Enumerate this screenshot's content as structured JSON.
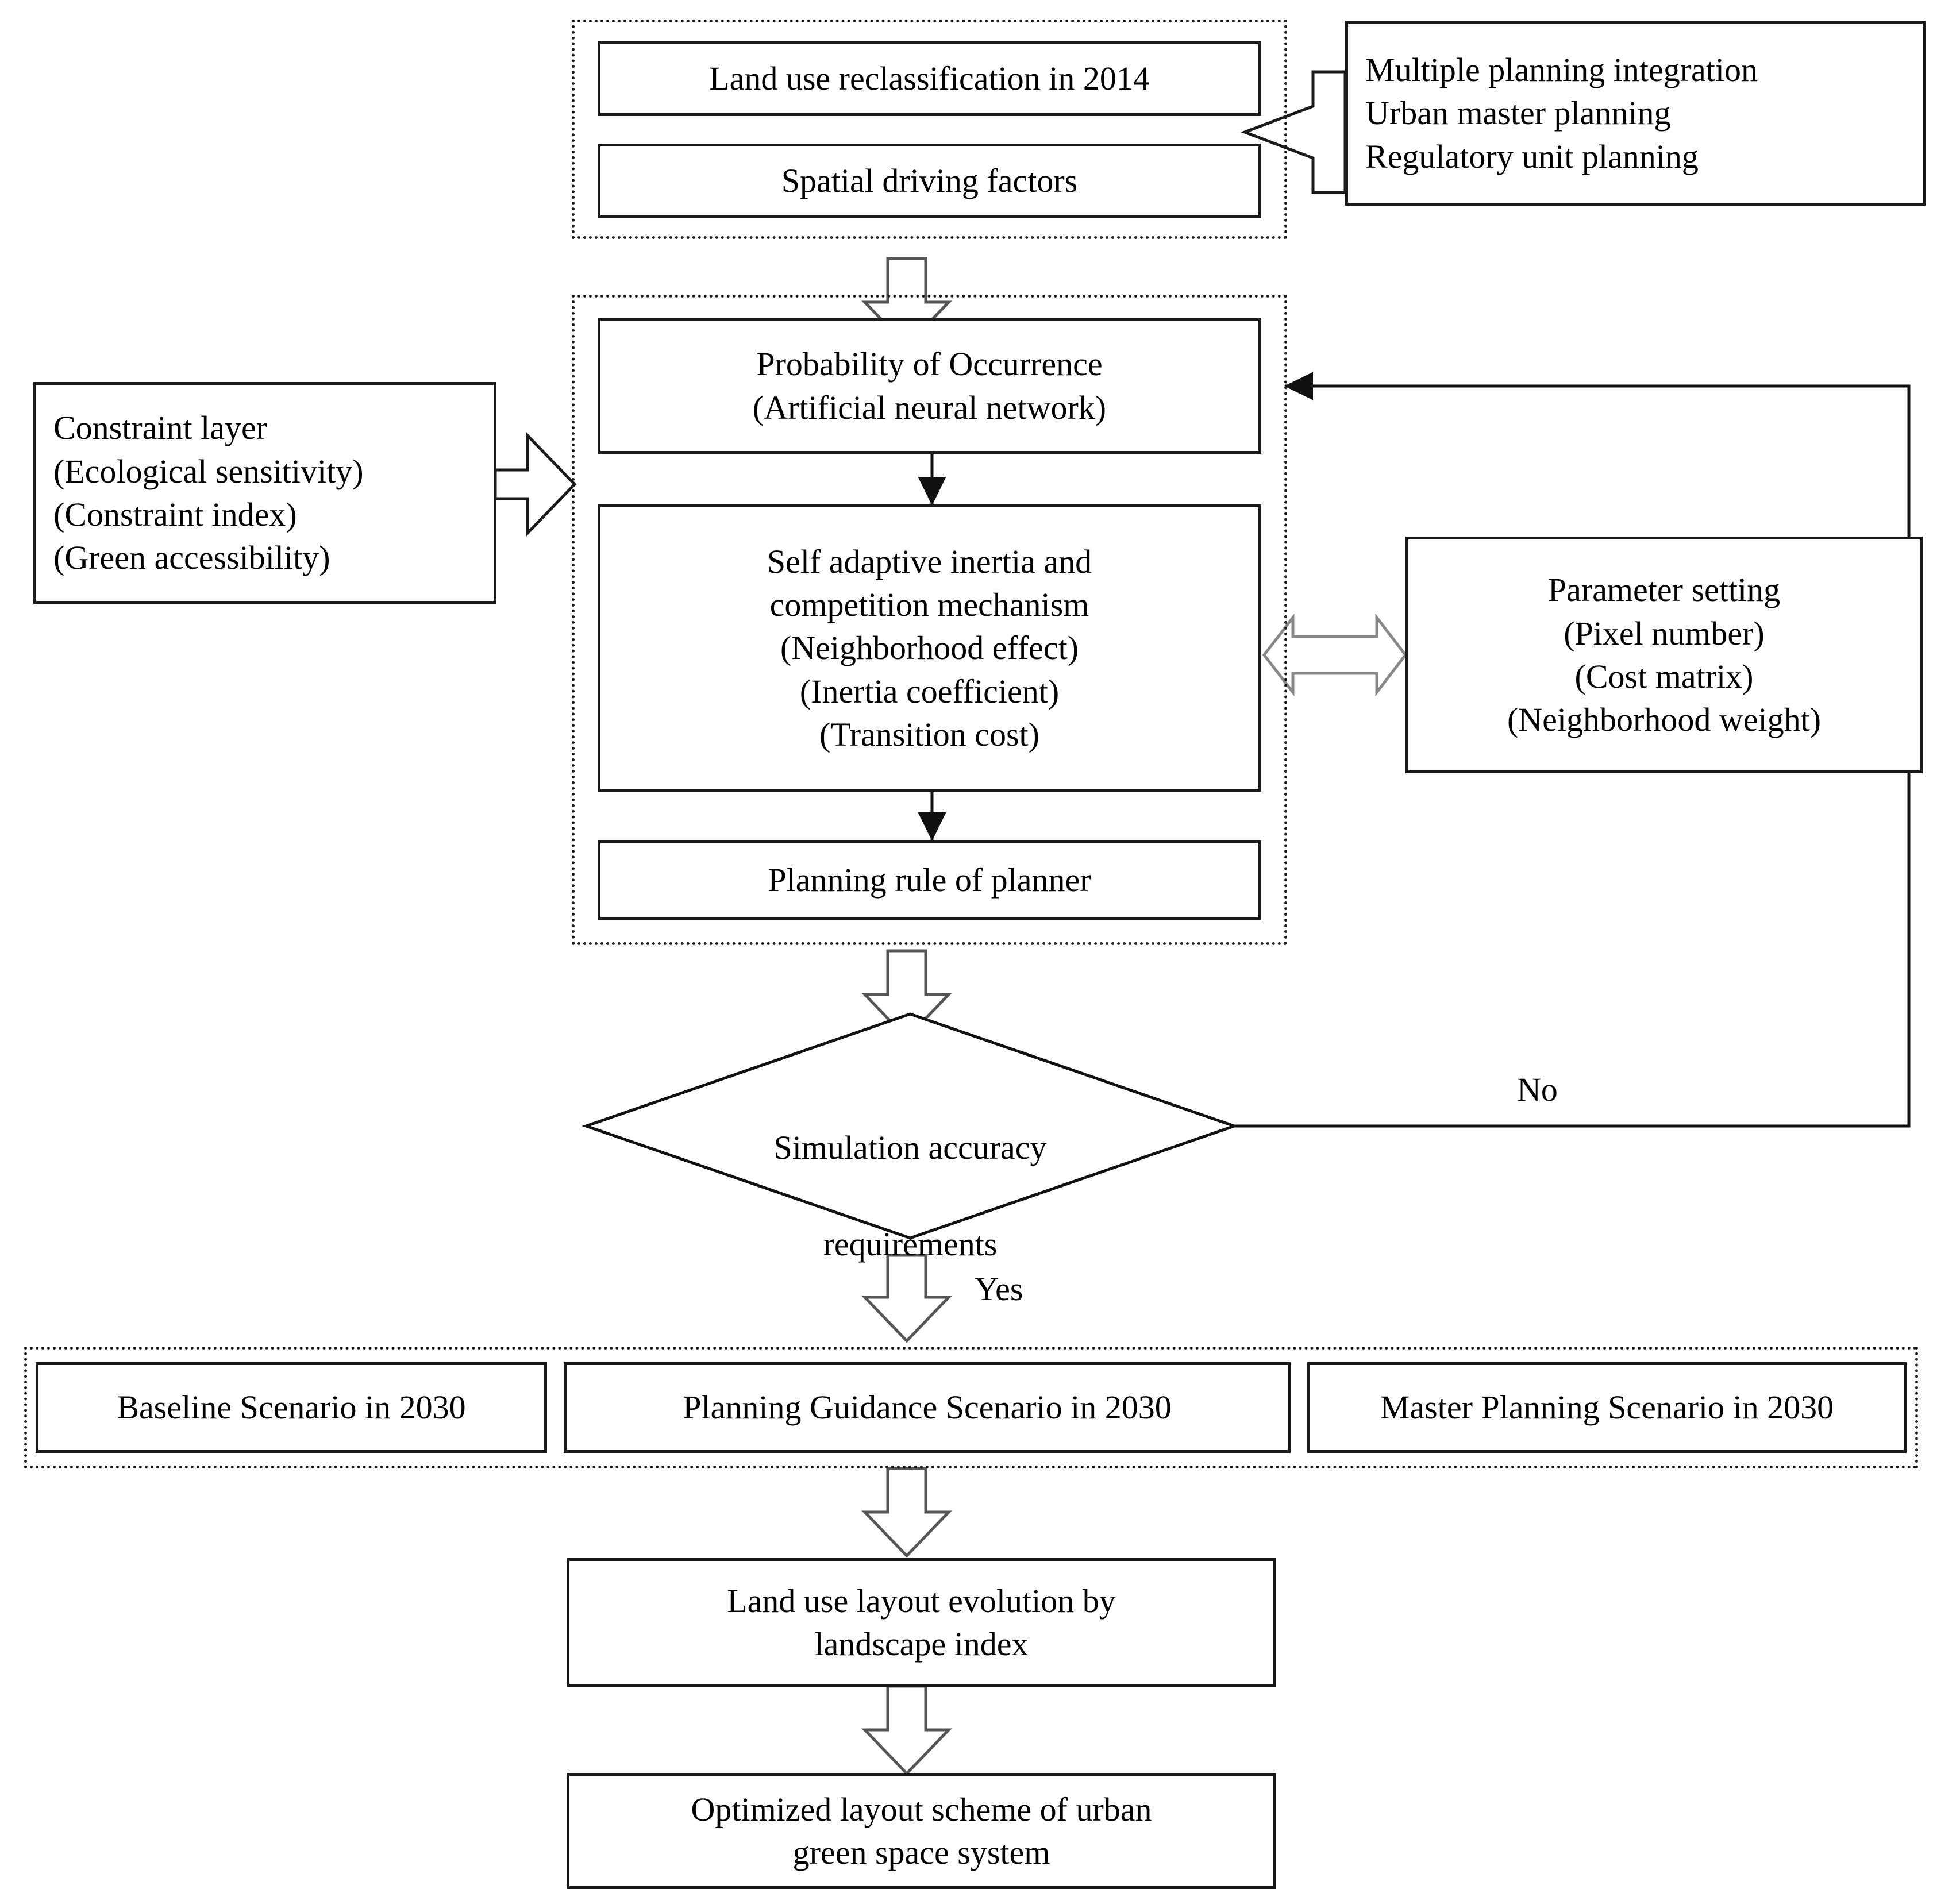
{
  "diagram": {
    "title_semantic": "urban-green-space-simulation-flowchart",
    "colors": {
      "stroke": "#1a1a1a",
      "background": "#ffffff",
      "arrow_outline": "#555555",
      "text": "#000000"
    },
    "groups": {
      "inputs_group": "dotted-container-inputs",
      "model_group": "dotted-container-model",
      "scenarios_group": "dotted-container-scenarios"
    },
    "nodes": {
      "land_use_reclassification": "Land use reclassification in 2014",
      "spatial_driving_factors": "Spatial driving factors",
      "planning_sources": "Multiple planning integration\nUrban master planning\nRegulatory unit planning",
      "planning_sources_lines": [
        "Multiple planning integration",
        "Urban master planning",
        "Regulatory unit planning"
      ],
      "constraint_layer_lines": [
        "Constraint layer",
        "(Ecological sensitivity)",
        "(Constraint index)",
        "(Green accessibility)"
      ],
      "probability_lines": [
        "Probability of Occurrence",
        "(Artificial neural network)"
      ],
      "mechanism_lines": [
        "Self adaptive inertia and",
        "competition mechanism",
        "(Neighborhood effect)",
        "(Inertia coefficient)",
        "(Transition cost)"
      ],
      "planning_rule": "Planning rule of planner",
      "parameter_setting_lines": [
        "Parameter setting",
        "(Pixel number)",
        "(Cost matrix)",
        "(Neighborhood weight)"
      ],
      "decision_lines": [
        "Simulation accuracy",
        "requirements"
      ],
      "scenario_baseline": "Baseline Scenario in 2030",
      "scenario_planning_guidance": "Planning Guidance Scenario in 2030",
      "scenario_master_planning": "Master Planning Scenario in 2030",
      "landscape_index_lines": [
        "Land use layout evolution by",
        "landscape index"
      ],
      "optimized_layout_lines": [
        "Optimized layout scheme of urban",
        "green space system"
      ]
    },
    "edge_labels": {
      "no_label": "No",
      "yes_label": "Yes"
    }
  }
}
